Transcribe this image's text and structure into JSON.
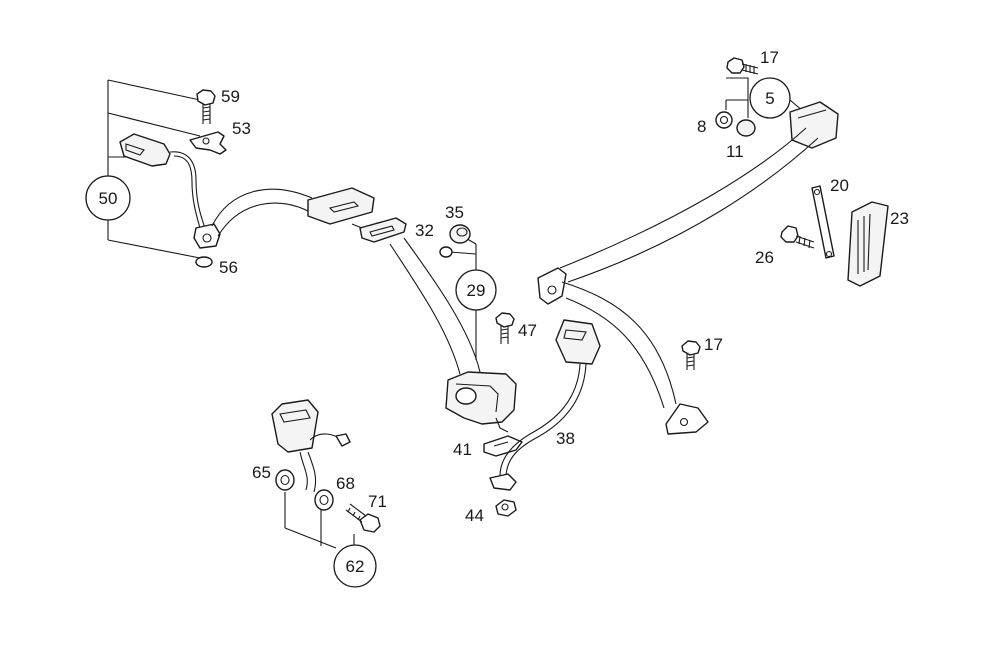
{
  "callouts": {
    "c5": "5",
    "c8": "8",
    "c11": "11",
    "c17a": "17",
    "c17b": "17",
    "c20": "20",
    "c23": "23",
    "c26": "26",
    "c29": "29",
    "c32": "32",
    "c35": "35",
    "c38": "38",
    "c41": "41",
    "c44": "44",
    "c47": "47",
    "c50": "50",
    "c53": "53",
    "c56": "56",
    "c59": "59",
    "c62": "62",
    "c65": "65",
    "c68": "68",
    "c71": "71"
  }
}
